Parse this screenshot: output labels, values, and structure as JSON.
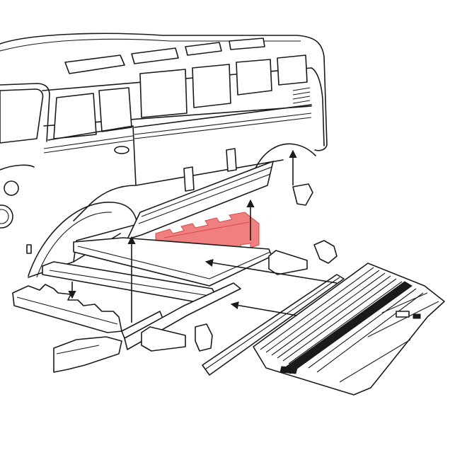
{
  "diagram": {
    "highlight_color": "#f08080",
    "highlight_stroke": "#d94848",
    "line_color": "#1a1a1a",
    "background": "#ffffff",
    "parts": [
      {
        "name": "bus-body",
        "highlighted": false
      },
      {
        "name": "rocker-panel",
        "highlighted": false
      },
      {
        "name": "outrigger-sill-section",
        "highlighted": true
      },
      {
        "name": "cargo-floor-panel",
        "highlighted": false
      },
      {
        "name": "side-sill-rail",
        "highlighted": false
      },
      {
        "name": "cross-member",
        "highlighted": false
      },
      {
        "name": "jack-point-bracket",
        "highlighted": false
      }
    ]
  }
}
